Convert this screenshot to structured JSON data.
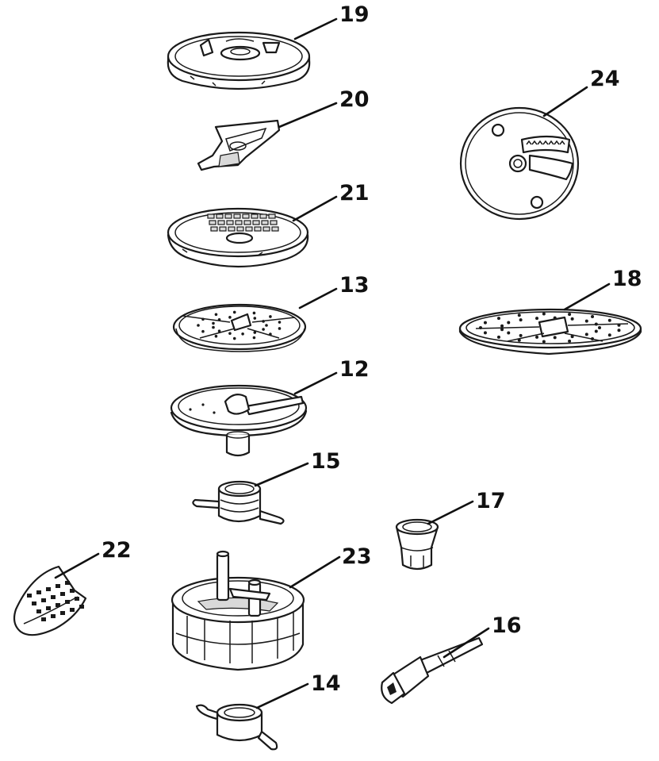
{
  "parts": [
    {
      "id": "lid-disc",
      "label": "19"
    },
    {
      "id": "blade-insert",
      "label": "20"
    },
    {
      "id": "dicing-disc",
      "label": "21"
    },
    {
      "id": "grating-disc-fine",
      "label": "13"
    },
    {
      "id": "slicing-disc",
      "label": "12"
    },
    {
      "id": "blade-upper",
      "label": "15"
    },
    {
      "id": "cleaning-tool",
      "label": "22"
    },
    {
      "id": "disc-holder",
      "label": "23"
    },
    {
      "id": "blade-lower",
      "label": "14"
    },
    {
      "id": "shredding-disc",
      "label": "24"
    },
    {
      "id": "grating-disc-coarse",
      "label": "18"
    },
    {
      "id": "adapter-cup",
      "label": "17"
    },
    {
      "id": "drive-shaft",
      "label": "16"
    }
  ],
  "colors": {
    "ink": "#111111",
    "background": "#ffffff"
  }
}
